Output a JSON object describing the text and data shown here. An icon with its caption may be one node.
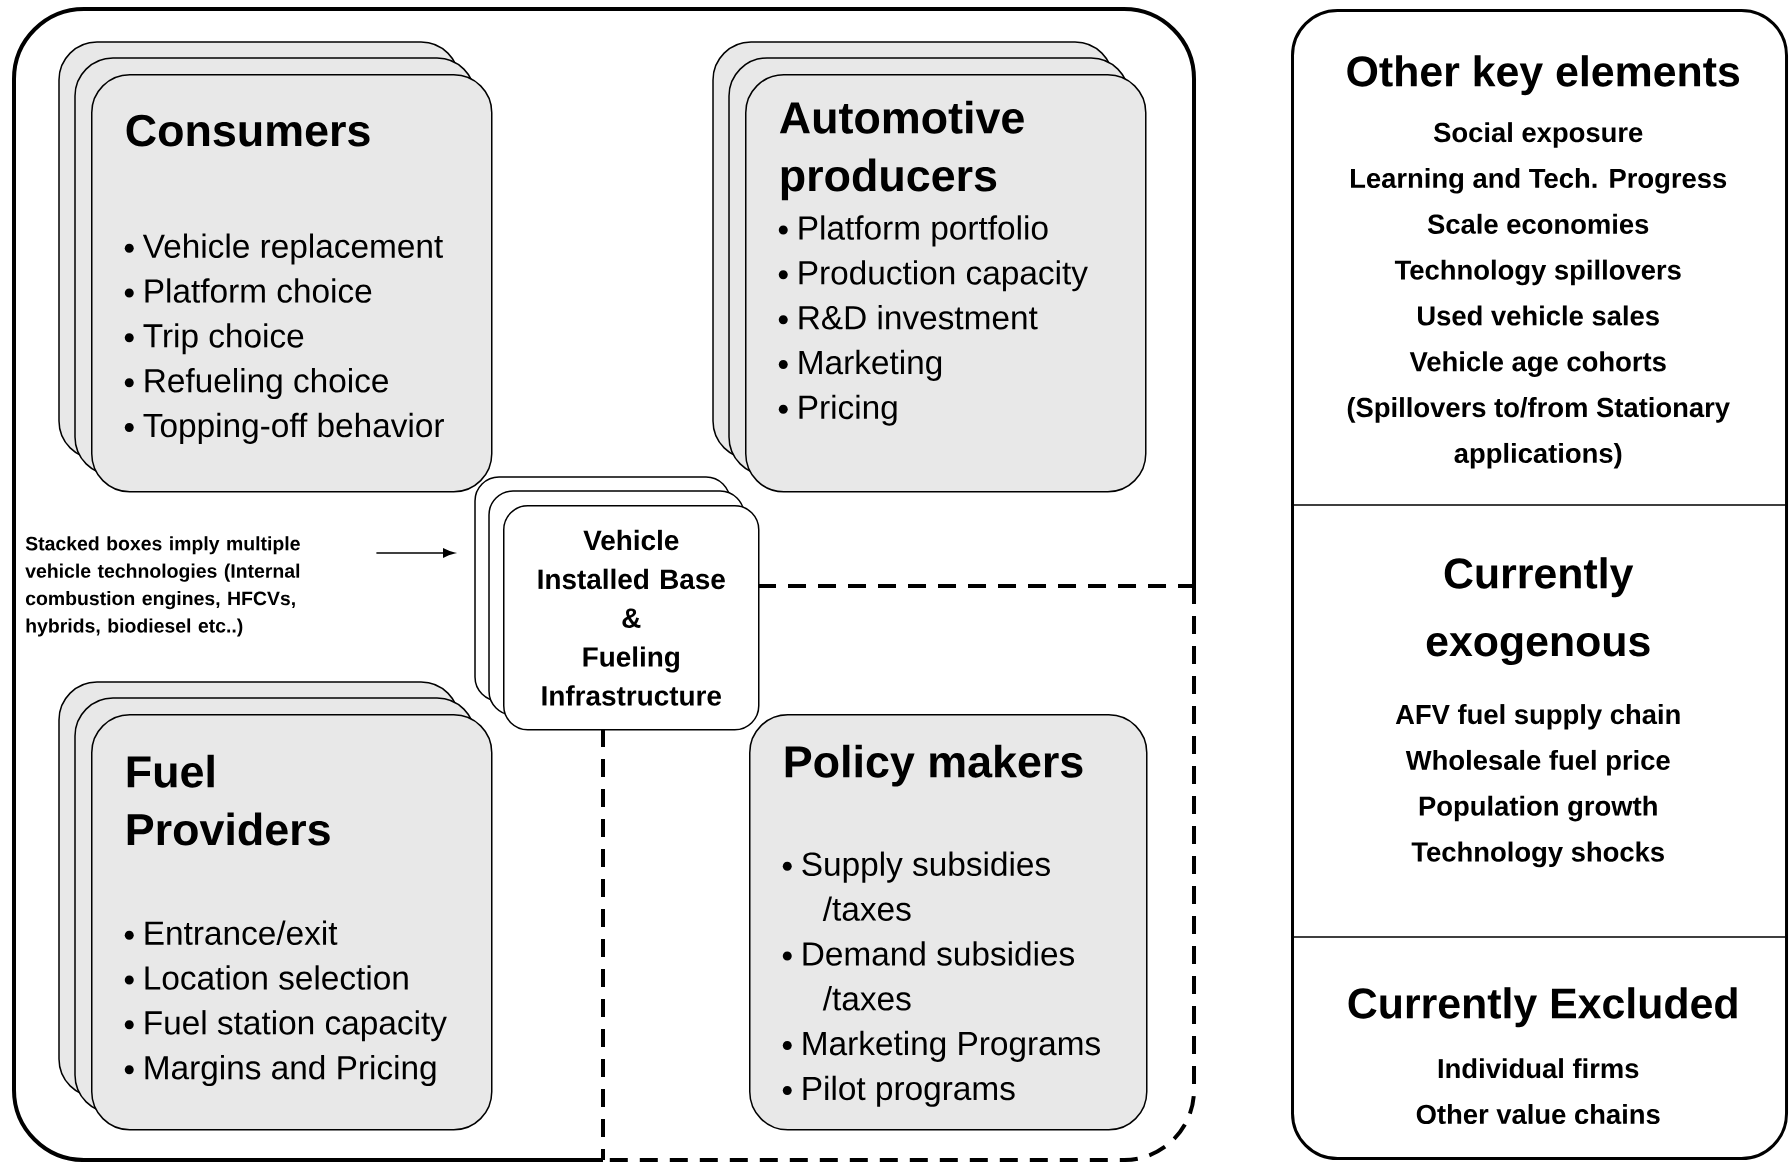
{
  "diagram": {
    "nodes": [
      {
        "text": [],
        "shape": "box"
      },
      {
        "text": [
          "Consumers",
          "Vehicle replacement",
          "Platform choice",
          "Trip choice",
          "Refueling choice",
          "Topping-off behavior"
        ],
        "in": 0
      },
      {
        "text": [
          "Automotive producers",
          "Platform portfolio",
          "Production capacity",
          "R&D investment",
          "Marketing",
          "Pricing"
        ],
        "in": 0
      },
      {
        "text": [
          "Vehicle Installed Base",
          "&",
          "Fueling Infrastructure"
        ],
        "in": 0
      },
      {
        "text": [
          "Stacked boxes imply multiple vehicle technologies (Internal combustion engines, HFCVs, hybrids, biodiesel etc..)"
        ],
        "in": 0
      },
      {
        "text": [
          "Fuel Providers",
          "Entrance/exit",
          "Location selection",
          "Fuel station capacity",
          "Margins and Pricing"
        ],
        "in": 0
      },
      {
        "text": [
          "Policy makers",
          "Supply subsidies /taxes",
          "Demand subsidies /taxes",
          "Marketing Programs",
          "Pilot programs"
        ],
        "in": 0
      },
      {
        "text": [],
        "shape": "box"
      },
      {
        "text": [
          "Other key elements",
          "Social exposure",
          "Learning and Tech. Progress",
          "Scale economies",
          "Technology spillovers",
          "Used vehicle sales",
          "Vehicle age cohorts",
          "(Spillovers to/from Stationary applications)"
        ],
        "in": 7
      },
      {
        "text": [
          "Currently exogenous",
          "AFV fuel supply chain",
          "Wholesale fuel price",
          "Population growth",
          "Technology shocks"
        ],
        "in": 7
      },
      {
        "text": [
          "Currently Excluded",
          "Individual firms",
          "Other value chains"
        ],
        "in": 7
      }
    ],
    "edges": [
      {
        "from": 4,
        "to": 3,
        "arrow": "to"
      }
    ]
  }
}
